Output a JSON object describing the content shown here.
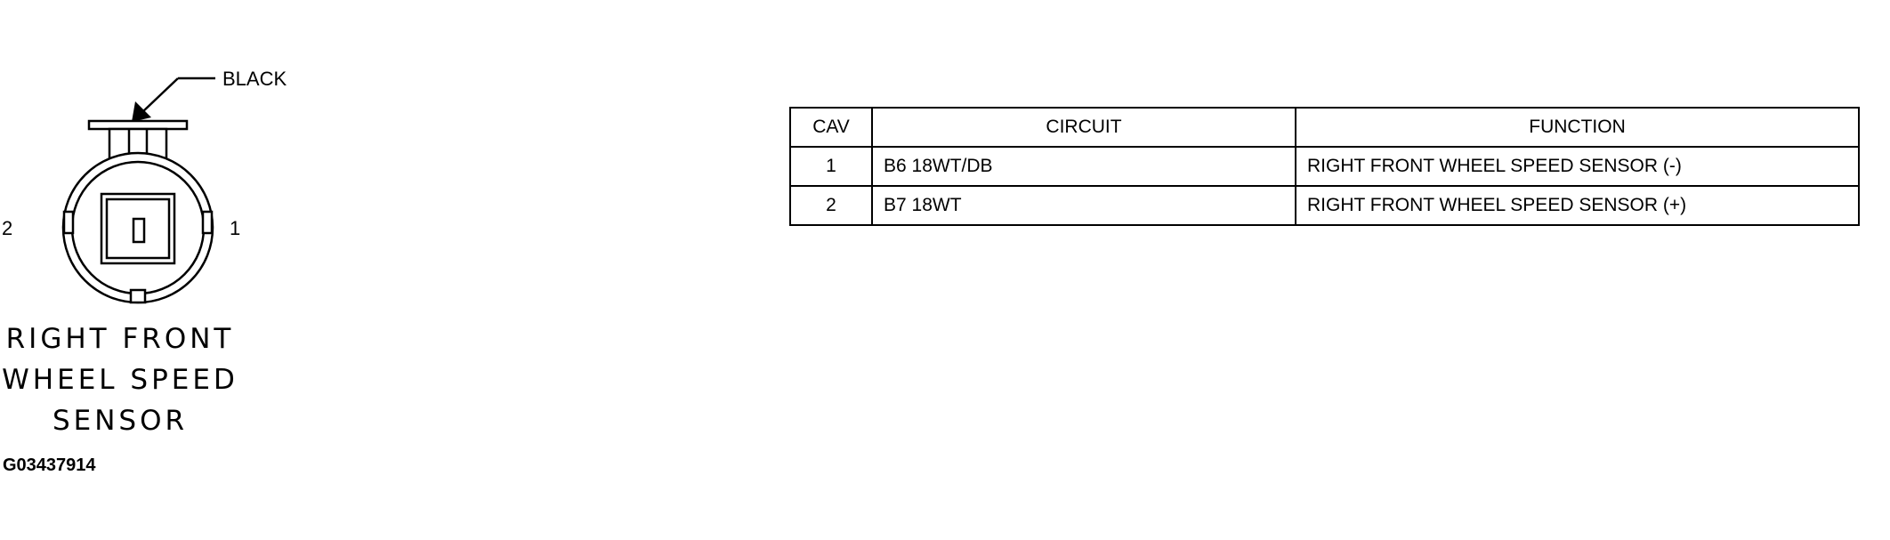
{
  "connector": {
    "color_callout": "BLACK",
    "pin_left": "2",
    "pin_right": "1",
    "name_lines": [
      "RIGHT FRONT",
      "WHEEL SPEED",
      "SENSOR"
    ],
    "figure_id": "G03437914"
  },
  "table": {
    "headers": {
      "cav": "CAV",
      "circuit": "CIRCUIT",
      "function": "FUNCTION"
    },
    "rows": [
      {
        "cav": "1",
        "circuit": "B6 18WT/DB",
        "function": "RIGHT FRONT WHEEL SPEED SENSOR (-)"
      },
      {
        "cav": "2",
        "circuit": "B7 18WT",
        "function": "RIGHT FRONT WHEEL SPEED SENSOR (+)"
      }
    ]
  }
}
